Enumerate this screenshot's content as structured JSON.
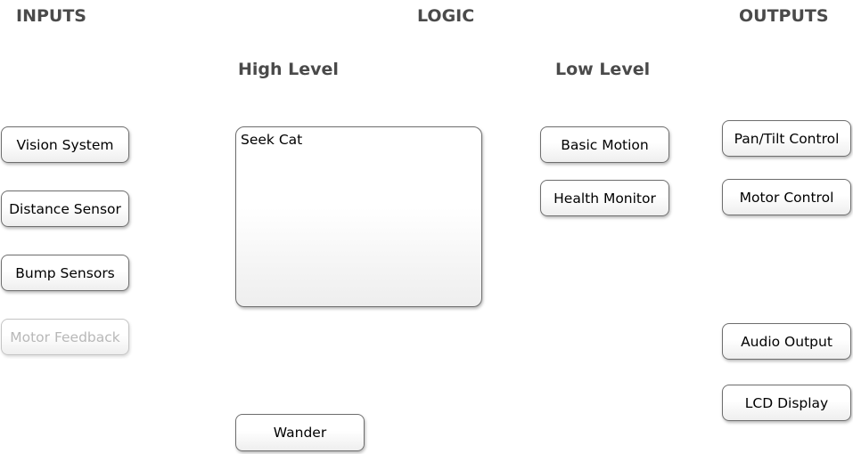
{
  "headings": {
    "inputs": "INPUTS",
    "logic": "LOGIC",
    "outputs": "OUTPUTS",
    "high_level": "High Level",
    "low_level": "Low Level"
  },
  "inputs": {
    "vision_system": "Vision System",
    "distance_sensor": "Distance Sensor",
    "bump_sensors": "Bump Sensors",
    "motor_feedback": "Motor Feedback"
  },
  "high_level": {
    "seek_cat": "Seek Cat",
    "wander": "Wander"
  },
  "low_level": {
    "basic_motion": "Basic Motion",
    "health_monitor": "Health Monitor"
  },
  "outputs": {
    "pan_tilt_control": "Pan/Tilt Control",
    "motor_control": "Motor Control",
    "audio_output": "Audio Output",
    "lcd_display": "LCD Display"
  },
  "colors": {
    "heading": "#4a4a4a",
    "box_border": "#6e6e6e",
    "disabled_text": "#b8b8b8"
  }
}
